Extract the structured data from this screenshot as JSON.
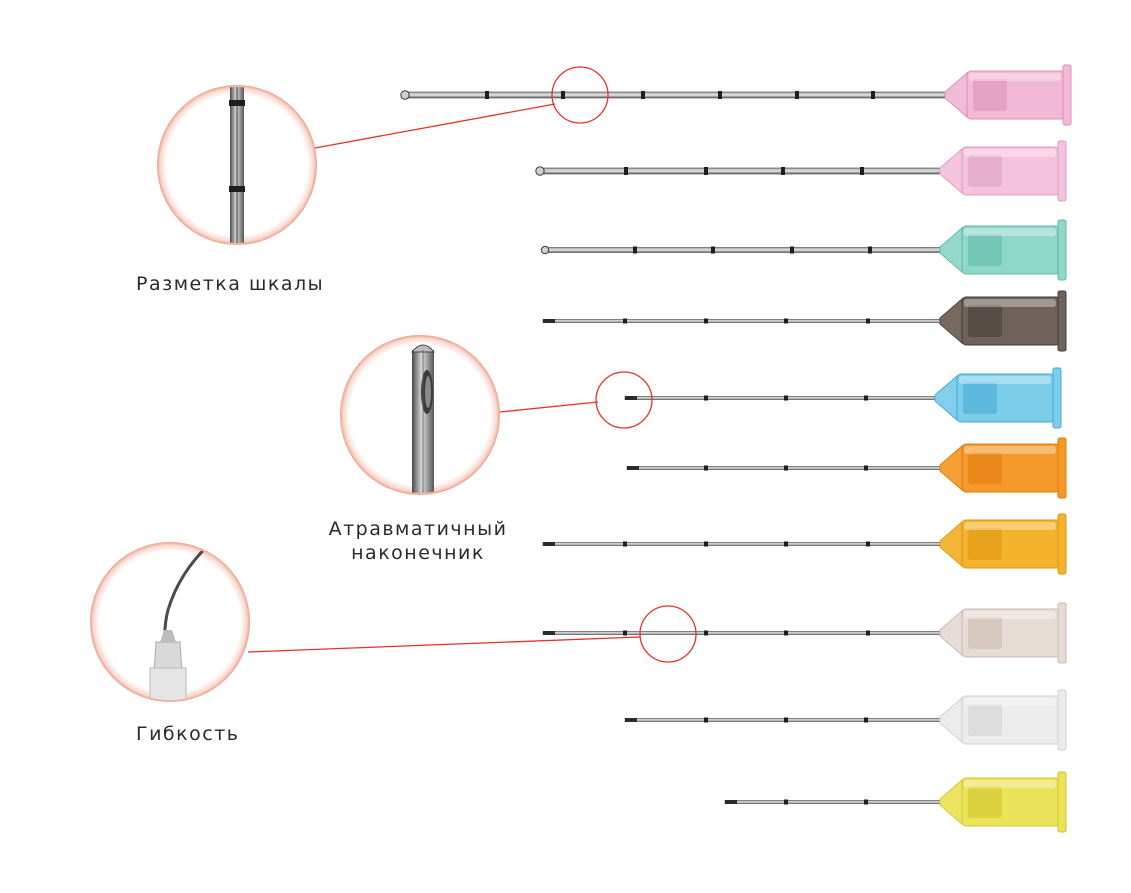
{
  "callouts": [
    {
      "id": "scale",
      "label": "Разметка шкалы"
    },
    {
      "id": "tip",
      "label_line1": "Атравматичный",
      "label_line2": "наконечник"
    },
    {
      "id": "flex",
      "label": "Гибкость"
    }
  ],
  "cannulas": [
    {
      "hub_color": "#f2b9d6",
      "hub_dark": "#d98fb8"
    },
    {
      "hub_color": "#f4c2dc",
      "hub_dark": "#dd9cc1"
    },
    {
      "hub_color": "#8fd8c8",
      "hub_dark": "#5fb8a6"
    },
    {
      "hub_color": "#6e625a",
      "hub_dark": "#453c36"
    },
    {
      "hub_color": "#7ccdea",
      "hub_dark": "#44a9d3"
    },
    {
      "hub_color": "#f59a2a",
      "hub_dark": "#e07a0c"
    },
    {
      "hub_color": "#f5b22c",
      "hub_dark": "#dd9512"
    },
    {
      "hub_color": "#e6dcd6",
      "hub_dark": "#c8b8ad"
    },
    {
      "hub_color": "#ececec",
      "hub_dark": "#cfcfcf"
    },
    {
      "hub_color": "#ebe45a",
      "hub_dark": "#d2c52c"
    }
  ],
  "colors": {
    "callout_line": "#e2332a",
    "needle": "#6a6a6a",
    "mark": "#1e1e1e"
  }
}
